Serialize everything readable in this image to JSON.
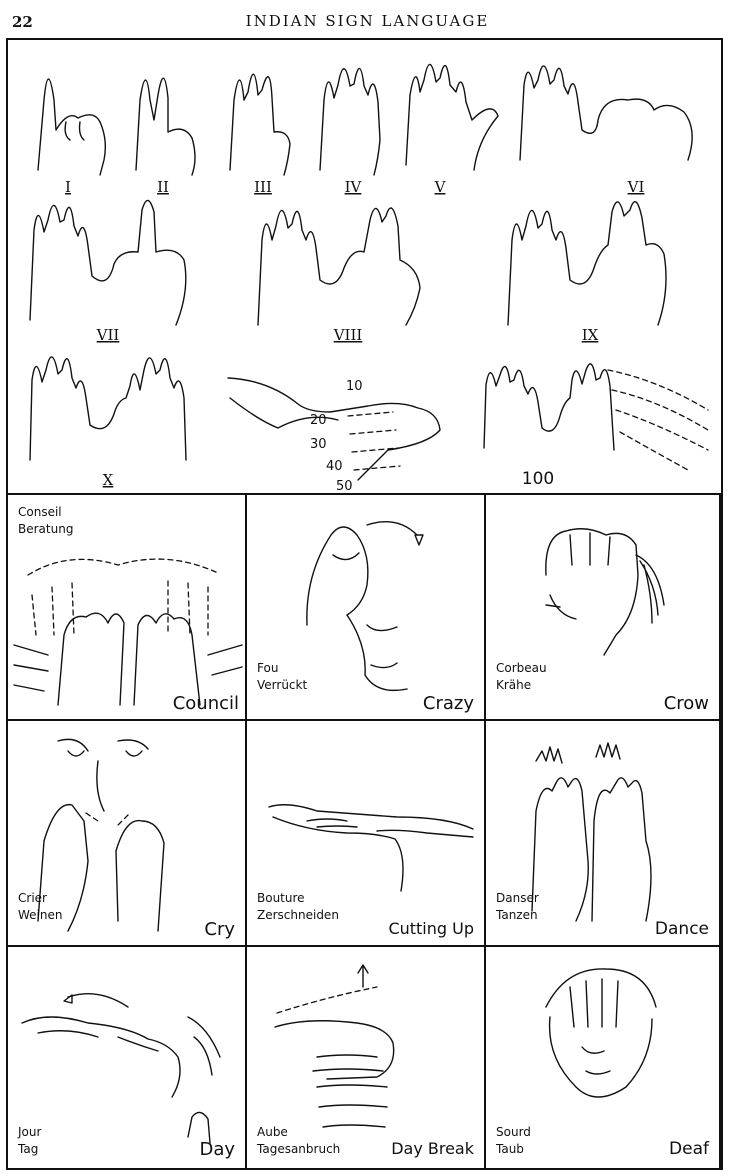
{
  "header": {
    "page_number": "22",
    "title": "INDIAN SIGN LANGUAGE"
  },
  "numbers": {
    "numerals": [
      "I",
      "II",
      "III",
      "IV",
      "V",
      "VI",
      "VII",
      "VIII",
      "IX",
      "X"
    ],
    "finger_counts": [
      "10",
      "20",
      "30",
      "40",
      "50"
    ],
    "hundred": "100"
  },
  "signs": [
    {
      "fr": "Conseil",
      "de": "Beratung",
      "en": "Council"
    },
    {
      "fr": "Fou",
      "de": "Verrückt",
      "en": "Crazy"
    },
    {
      "fr": "Corbeau",
      "de": "Krähe",
      "en": "Crow"
    },
    {
      "fr": "Crier",
      "de": "Weinen",
      "en": "Cry"
    },
    {
      "fr": "Bouture",
      "de": "Zerschneiden",
      "en": "Cutting Up"
    },
    {
      "fr": "Danser",
      "de": "Tanzen",
      "en": "Dance"
    },
    {
      "fr": "Jour",
      "de": "Tag",
      "en": "Day"
    },
    {
      "fr": "Aube",
      "de": "Tagesanbruch",
      "en": "Day Break"
    },
    {
      "fr": "Sourd",
      "de": "Taub",
      "en": "Deaf"
    }
  ]
}
